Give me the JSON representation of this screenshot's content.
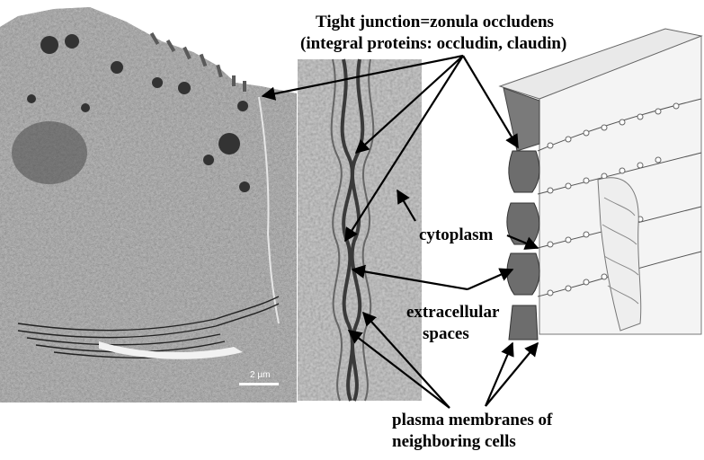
{
  "labels": {
    "title_line1": "Tight junction=zonula occludens",
    "title_line2": "(integral proteins: occludin, claudin)",
    "cytoplasm": "cytoplasm",
    "extracellular_line1": "extracellular",
    "extracellular_line2": "spaces",
    "membranes_line1": "plasma membranes of",
    "membranes_line2": "neighboring cells",
    "scale_bar": "2 µm"
  },
  "panels": {
    "micrograph": "electron micrograph of epithelial cells",
    "closeup": "high magnification view of junction",
    "drawing": "schematic drawing of tight junction"
  },
  "colors": {
    "micrograph_tone": "#7d7d7d",
    "closeup_tone": "#b4b4b4",
    "membrane_fill": "#7a7a7a",
    "arrow": "#000000"
  }
}
